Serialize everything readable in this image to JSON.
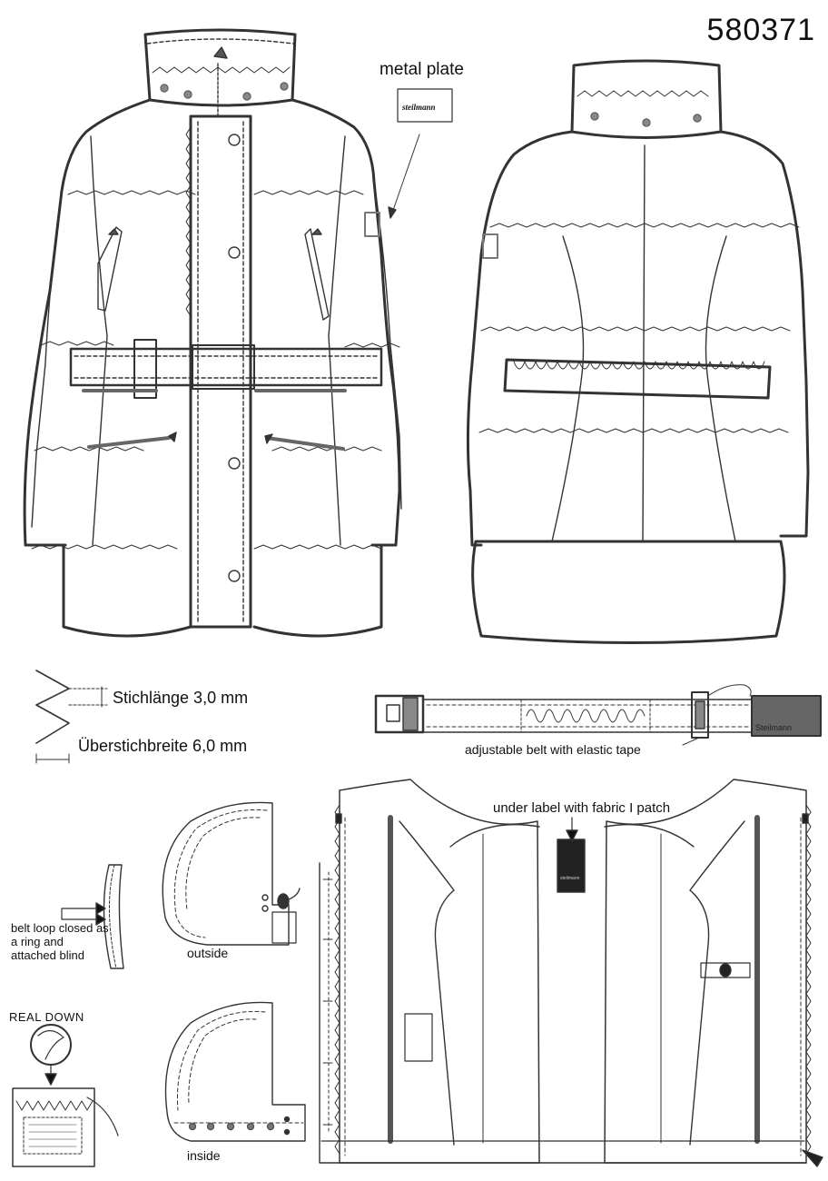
{
  "style_number": "580371",
  "metal_plate": {
    "label": "metal plate",
    "brand": "steilmann"
  },
  "stitch": {
    "length_label": "Stichlänge 3,0 mm",
    "width_label": "Überstichbreite 6,0 mm"
  },
  "belt": {
    "label": "adjustable belt with elastic tape",
    "brand": "Steilmann"
  },
  "under_label": {
    "label": "under label with fabric I patch",
    "brand": "steilmann"
  },
  "belt_loop": {
    "label": "belt loop closed as a ring and attached blind"
  },
  "hood": {
    "outside_label": "outside",
    "inside_label": "inside"
  },
  "real_down": {
    "label": "REAL  DOWN"
  },
  "colors": {
    "line": "#333333",
    "dark_gray": "#666666",
    "stud_gray": "#888888"
  }
}
